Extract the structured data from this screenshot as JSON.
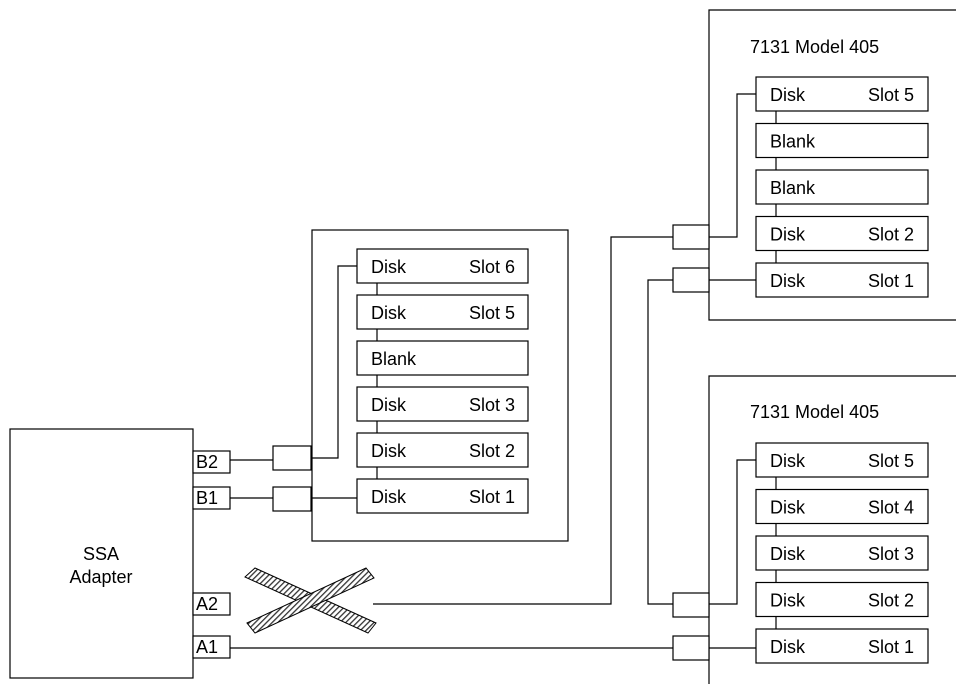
{
  "adapter": {
    "label_line1": "SSA",
    "label_line2": "Adapter",
    "ports": {
      "b2": "B2",
      "b1": "B1",
      "a2": "A2",
      "a1": "A1"
    }
  },
  "enclosure_internal": {
    "slots": [
      {
        "type": "Disk",
        "slot": "Slot 6"
      },
      {
        "type": "Disk",
        "slot": "Slot 5"
      },
      {
        "type": "Blank",
        "slot": ""
      },
      {
        "type": "Disk",
        "slot": "Slot 3"
      },
      {
        "type": "Disk",
        "slot": "Slot 2"
      },
      {
        "type": "Disk",
        "slot": "Slot 1"
      }
    ]
  },
  "enclosure_upper": {
    "title": "7131 Model 405",
    "slots": [
      {
        "type": "Disk",
        "slot": "Slot 5"
      },
      {
        "type": "Blank",
        "slot": ""
      },
      {
        "type": "Blank",
        "slot": ""
      },
      {
        "type": "Disk",
        "slot": "Slot 2"
      },
      {
        "type": "Disk",
        "slot": "Slot 1"
      }
    ]
  },
  "enclosure_lower": {
    "title": "7131 Model 405",
    "slots": [
      {
        "type": "Disk",
        "slot": "Slot 5"
      },
      {
        "type": "Disk",
        "slot": "Slot 4"
      },
      {
        "type": "Disk",
        "slot": "Slot 3"
      },
      {
        "type": "Disk",
        "slot": "Slot 2"
      },
      {
        "type": "Disk",
        "slot": "Slot 1"
      }
    ]
  },
  "colors": {
    "line": "#000000",
    "hatch": "#333333",
    "background": "#ffffff"
  }
}
